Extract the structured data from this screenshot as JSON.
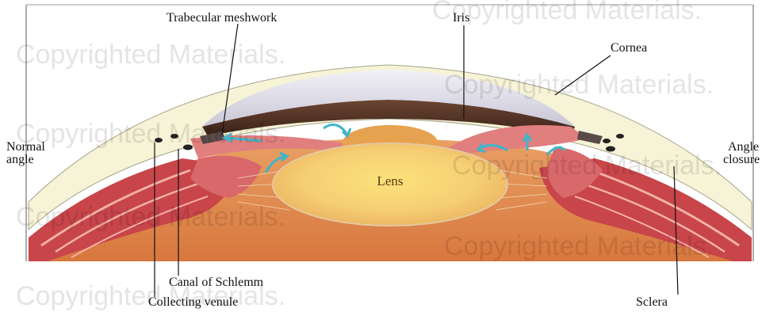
{
  "labels": {
    "trabecular_meshwork": "Trabecular meshwork",
    "iris": "Iris",
    "cornea": "Cornea",
    "normal_angle_line1": "Normal",
    "normal_angle_line2": "angle",
    "angle_closure_line1": "Angle",
    "angle_closure_line2": "closure",
    "lens": "Lens",
    "canal_of_schlemm": "Canal of Schlemm",
    "collecting_venule": "Collecting venule",
    "sclera": "Sclera"
  },
  "watermark": "Copyrighted Materials."
}
